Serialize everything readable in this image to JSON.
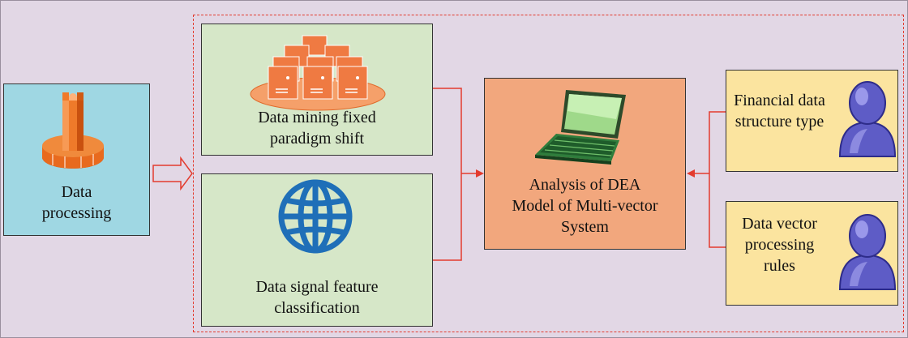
{
  "nodes": {
    "processing": {
      "line1": "Data",
      "line2": "processing"
    },
    "mining": {
      "line1": "Data mining fixed",
      "line2": "paradigm shift"
    },
    "signal": {
      "line1": "Data signal feature",
      "line2": "classification"
    },
    "dea": {
      "line1": "Analysis of DEA",
      "line2": "Model of Multi-vector",
      "line3": "System"
    },
    "financial": {
      "line1": "Financial data",
      "line2": "structure type"
    },
    "vector": {
      "line1": "Data vector",
      "line2": "processing",
      "line3": "rules"
    }
  },
  "icons": {
    "processing": "funnel-icon",
    "mining": "document-stack-icon",
    "signal": "globe-icon",
    "dea": "laptop-icon",
    "financial": "user-icon",
    "vector": "user-icon"
  },
  "colors": {
    "background": "#e2d7e5",
    "dashed_border": "#e33b2e",
    "connector": "#e33b2e",
    "processing_box": "#9fd7e3",
    "green_box": "#d6e7c8",
    "dea_box": "#f2a77d",
    "yellow_box": "#fbe49f"
  }
}
